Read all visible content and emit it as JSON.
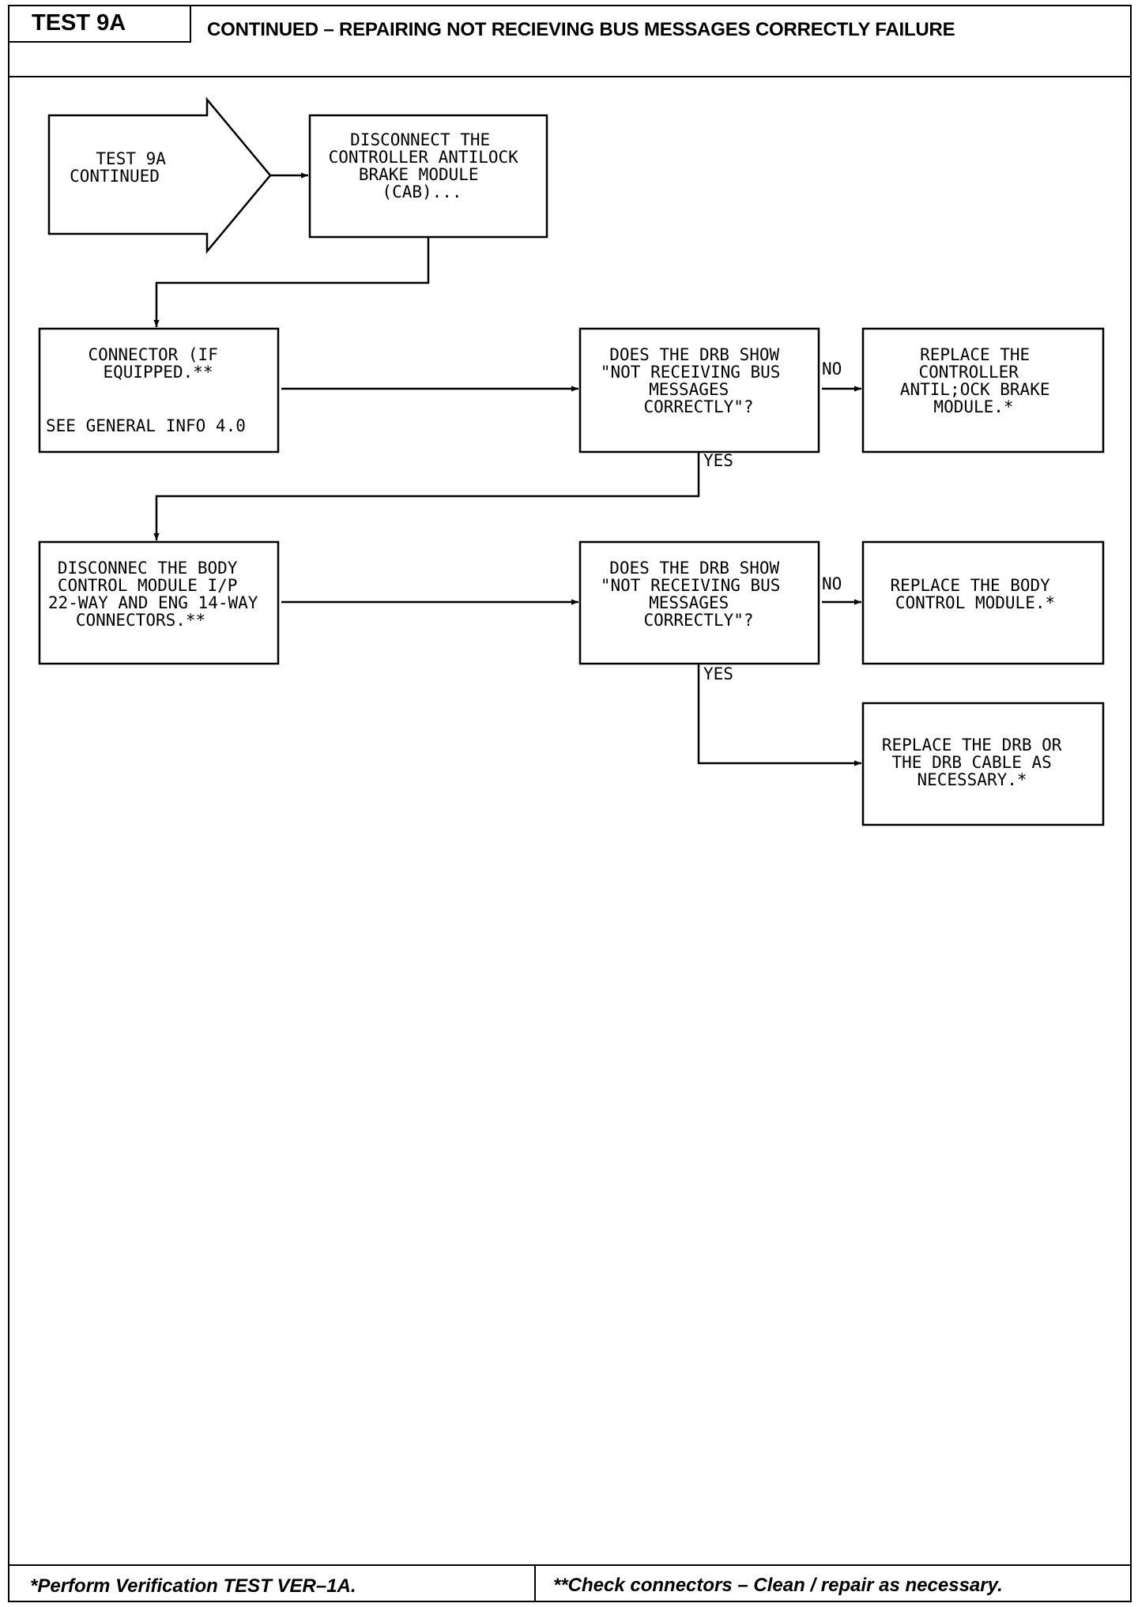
{
  "header": {
    "test_id": "TEST 9A",
    "title": "CONTINUED – REPAIRING NOT RECIEVING BUS MESSAGES CORRECTLY FAILURE"
  },
  "flow": {
    "start": [
      "TEST 9A",
      "CONTINUED"
    ],
    "step_disconnect_cab": [
      "DISCONNECT THE",
      "CONTROLLER ANTILOCK",
      "BRAKE MODULE",
      "(CAB)..."
    ],
    "step_connector": [
      "CONNECTOR (IF",
      "EQUIPPED.**"
    ],
    "step_connector_note": "SEE GENERAL INFO 4.0",
    "question_1": [
      "DOES THE DRB SHOW",
      "\"NOT RECEIVING BUS",
      "MESSAGES",
      "CORRECTLY\"?"
    ],
    "label_no_1": "NO",
    "replace_cab": [
      "REPLACE THE",
      "CONTROLLER",
      "ANTIL;OCK BRAKE",
      "MODULE.*"
    ],
    "label_yes_1": "YES",
    "step_disconnect_bcm": [
      "DISCONNEC THE BODY",
      "CONTROL MODULE I/P",
      "22-WAY AND ENG 14-WAY",
      "CONNECTORS.**"
    ],
    "question_2": [
      "DOES THE DRB SHOW",
      "\"NOT RECEIVING BUS",
      "MESSAGES",
      "CORRECTLY\"?"
    ],
    "label_no_2": "NO",
    "replace_bcm": [
      "REPLACE THE BODY",
      "CONTROL MODULE.*"
    ],
    "label_yes_2": "YES",
    "replace_drb": [
      "REPLACE THE DRB OR",
      "THE DRB CABLE AS",
      "NECESSARY.*"
    ]
  },
  "footer": {
    "left": "*Perform Verification TEST VER–1A.",
    "right": "**Check connectors  –  Clean / repair as necessary."
  }
}
